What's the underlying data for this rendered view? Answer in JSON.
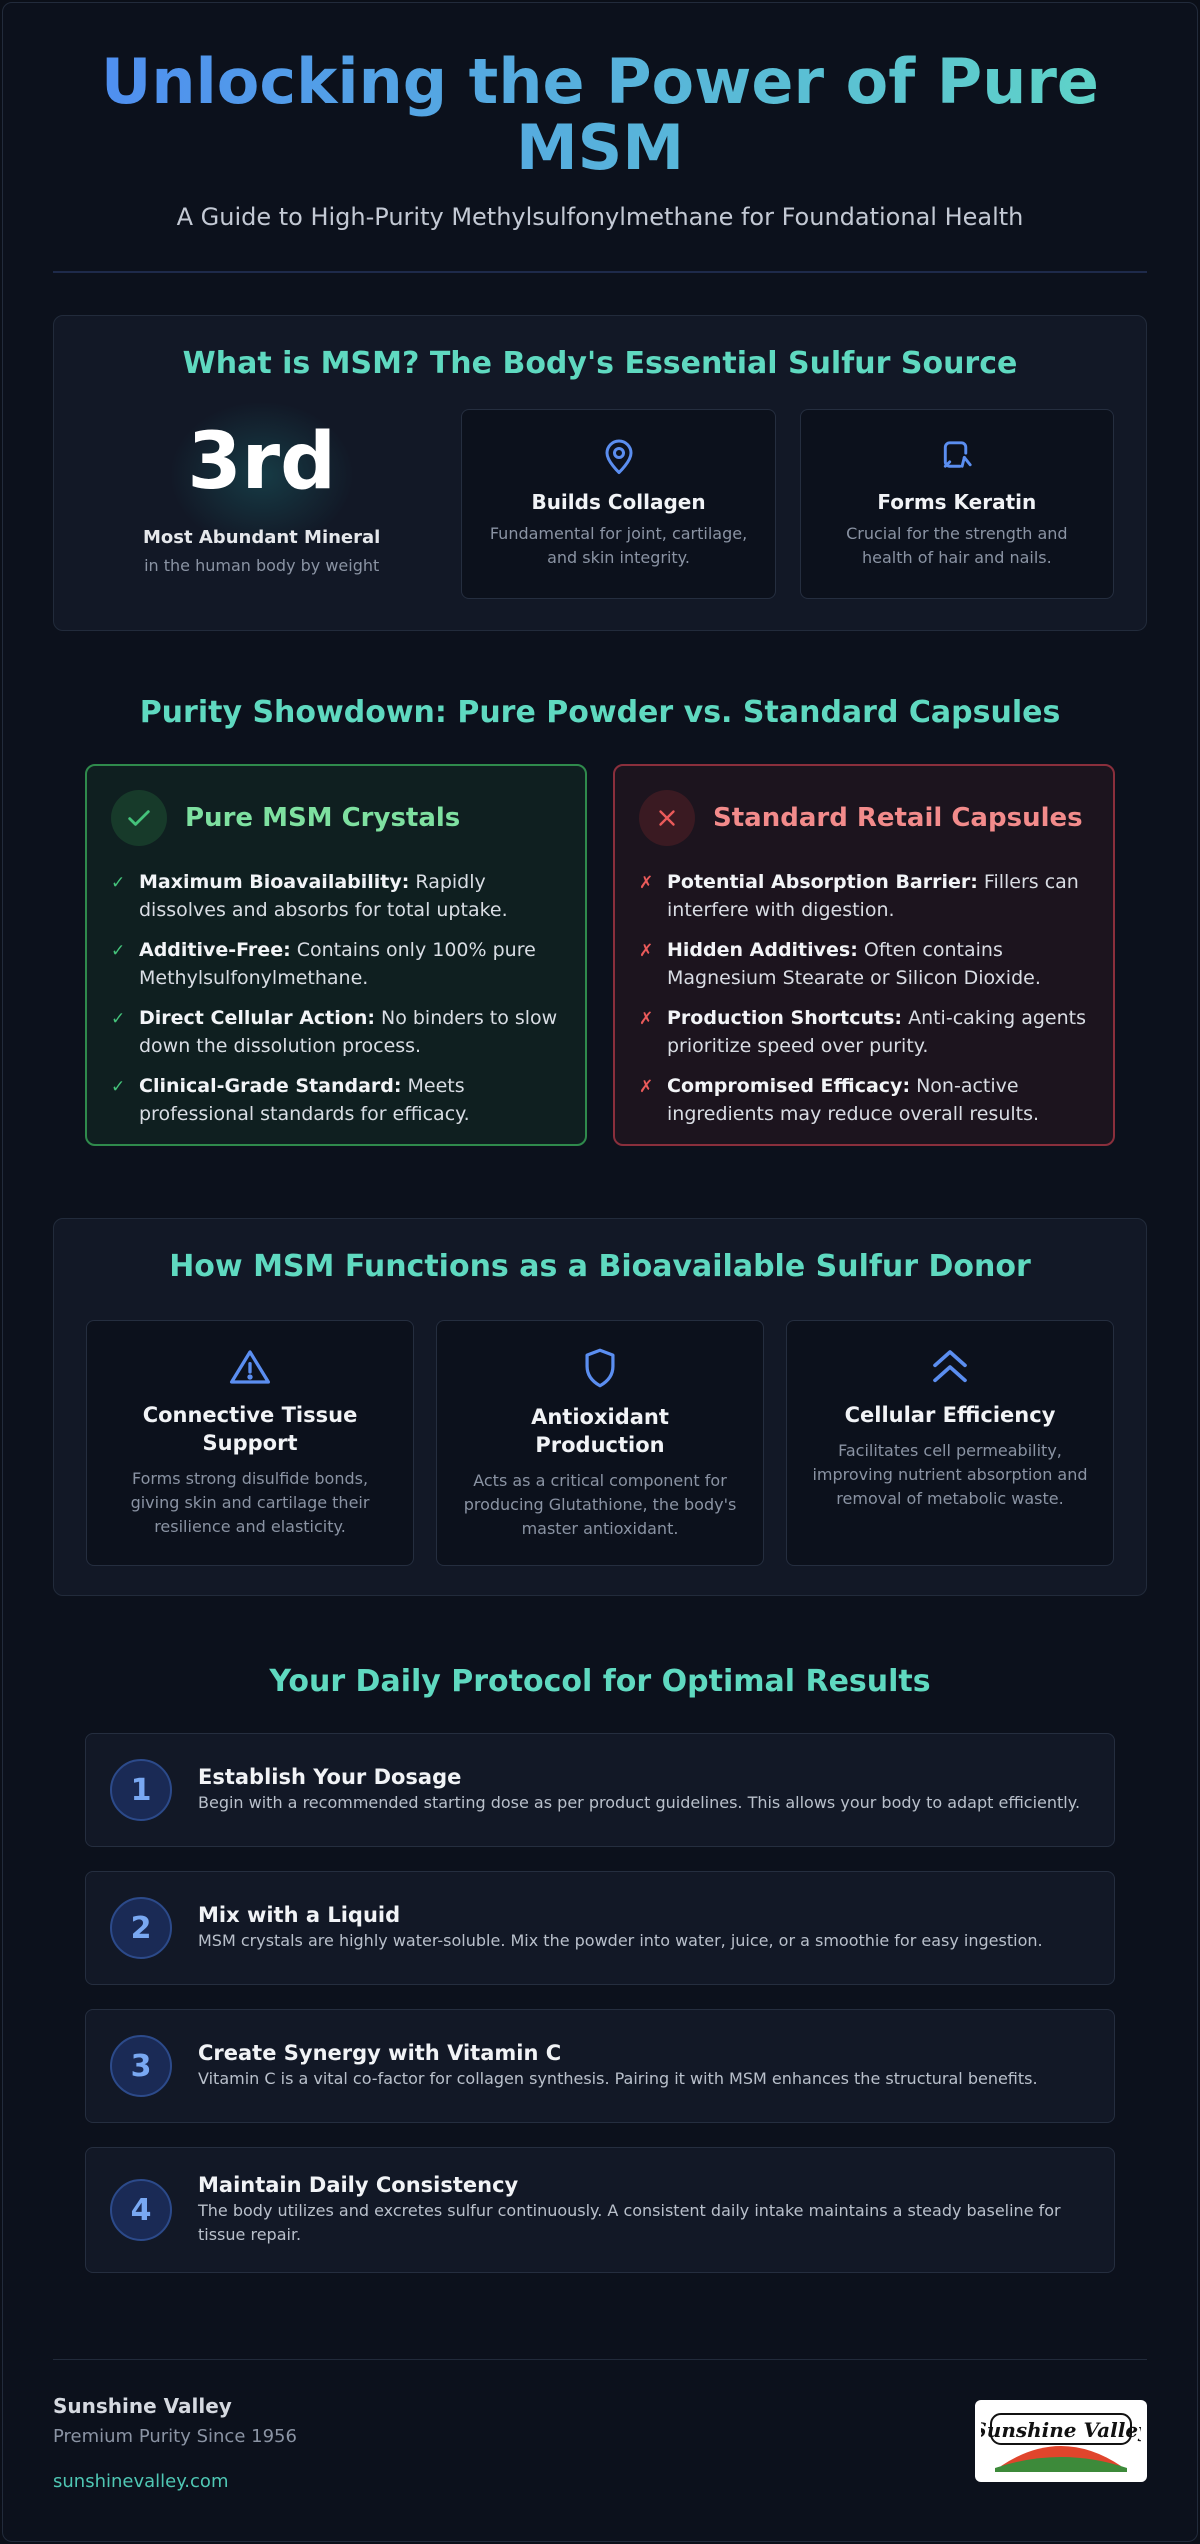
{
  "hero": {
    "title": "Unlocking the Power of Pure MSM",
    "subtitle": "A Guide to High-Purity Methylsulfonylmethane for Foundational Health"
  },
  "what_is": {
    "title": "What is MSM? The Body's Essential Sulfur Source",
    "stat": {
      "value": "3rd",
      "label": "Most Abundant Mineral",
      "sub": "in the human body by weight"
    },
    "features": [
      {
        "icon": "location-pin-icon",
        "title": "Builds Collagen",
        "desc": "Fundamental for joint, cartilage, and skin integrity."
      },
      {
        "icon": "edit-note-icon",
        "title": "Forms Keratin",
        "desc": "Crucial for the strength and health of hair and nails."
      }
    ]
  },
  "purity": {
    "title": "Purity Showdown: Pure Powder vs. Standard Capsules",
    "good": {
      "title": "Pure MSM Crystals",
      "mark": "✓",
      "items": [
        {
          "bold": "Maximum Bioavailability:",
          "text": " Rapidly dissolves and absorbs for total uptake."
        },
        {
          "bold": "Additive-Free:",
          "text": " Contains only 100% pure Methylsulfonylmethane."
        },
        {
          "bold": "Direct Cellular Action:",
          "text": " No binders to slow down the dissolution process."
        },
        {
          "bold": "Clinical-Grade Standard:",
          "text": " Meets professional standards for efficacy."
        }
      ]
    },
    "bad": {
      "title": "Standard Retail Capsules",
      "mark": "✗",
      "items": [
        {
          "bold": "Potential Absorption Barrier:",
          "text": " Fillers can interfere with digestion."
        },
        {
          "bold": "Hidden Additives:",
          "text": " Often contains Magnesium Stearate or Silicon Dioxide."
        },
        {
          "bold": "Production Shortcuts:",
          "text": " Anti-caking agents prioritize speed over purity."
        },
        {
          "bold": "Compromised Efficacy:",
          "text": " Non-active ingredients may reduce overall results."
        }
      ]
    }
  },
  "functions": {
    "title": "How MSM Functions as a Bioavailable Sulfur Donor",
    "cards": [
      {
        "icon": "warning-triangle-icon",
        "title": "Connective Tissue Support",
        "desc": "Forms strong disulfide bonds, giving skin and cartilage their resilience and elasticity."
      },
      {
        "icon": "shield-icon",
        "title": "Antioxidant Production",
        "desc": "Acts as a critical component for producing Glutathione, the body's master antioxidant."
      },
      {
        "icon": "double-chevron-up-icon",
        "title": "Cellular Efficiency",
        "desc": "Facilitates cell permeability, improving nutrient absorption and removal of metabolic waste."
      }
    ]
  },
  "protocol": {
    "title": "Your Daily Protocol for Optimal Results",
    "steps": [
      {
        "num": "1",
        "title": "Establish Your Dosage",
        "desc": "Begin with a recommended starting dose as per product guidelines. This allows your body to adapt efficiently."
      },
      {
        "num": "2",
        "title": "Mix with a Liquid",
        "desc": "MSM crystals are highly water-soluble. Mix the powder into water, juice, or a smoothie for easy ingestion."
      },
      {
        "num": "3",
        "title": "Create Synergy with Vitamin C",
        "desc": "Vitamin C is a vital co-factor for collagen synthesis. Pairing it with MSM enhances the structural benefits."
      },
      {
        "num": "4",
        "title": "Maintain Daily Consistency",
        "desc": "The body utilizes and excretes sulfur continuously. A consistent daily intake maintains a steady baseline for tissue repair."
      }
    ]
  },
  "footer": {
    "brand": "Sunshine Valley",
    "tagline": "Premium Purity Since 1956",
    "url": "sunshinevalley.com",
    "logo_text": "Sunshine Valley"
  },
  "colors": {
    "accent_teal": "#5fd9c0",
    "accent_blue": "#4f8ff0",
    "good_green": "#44c27a",
    "bad_red": "#ea5a5a"
  }
}
